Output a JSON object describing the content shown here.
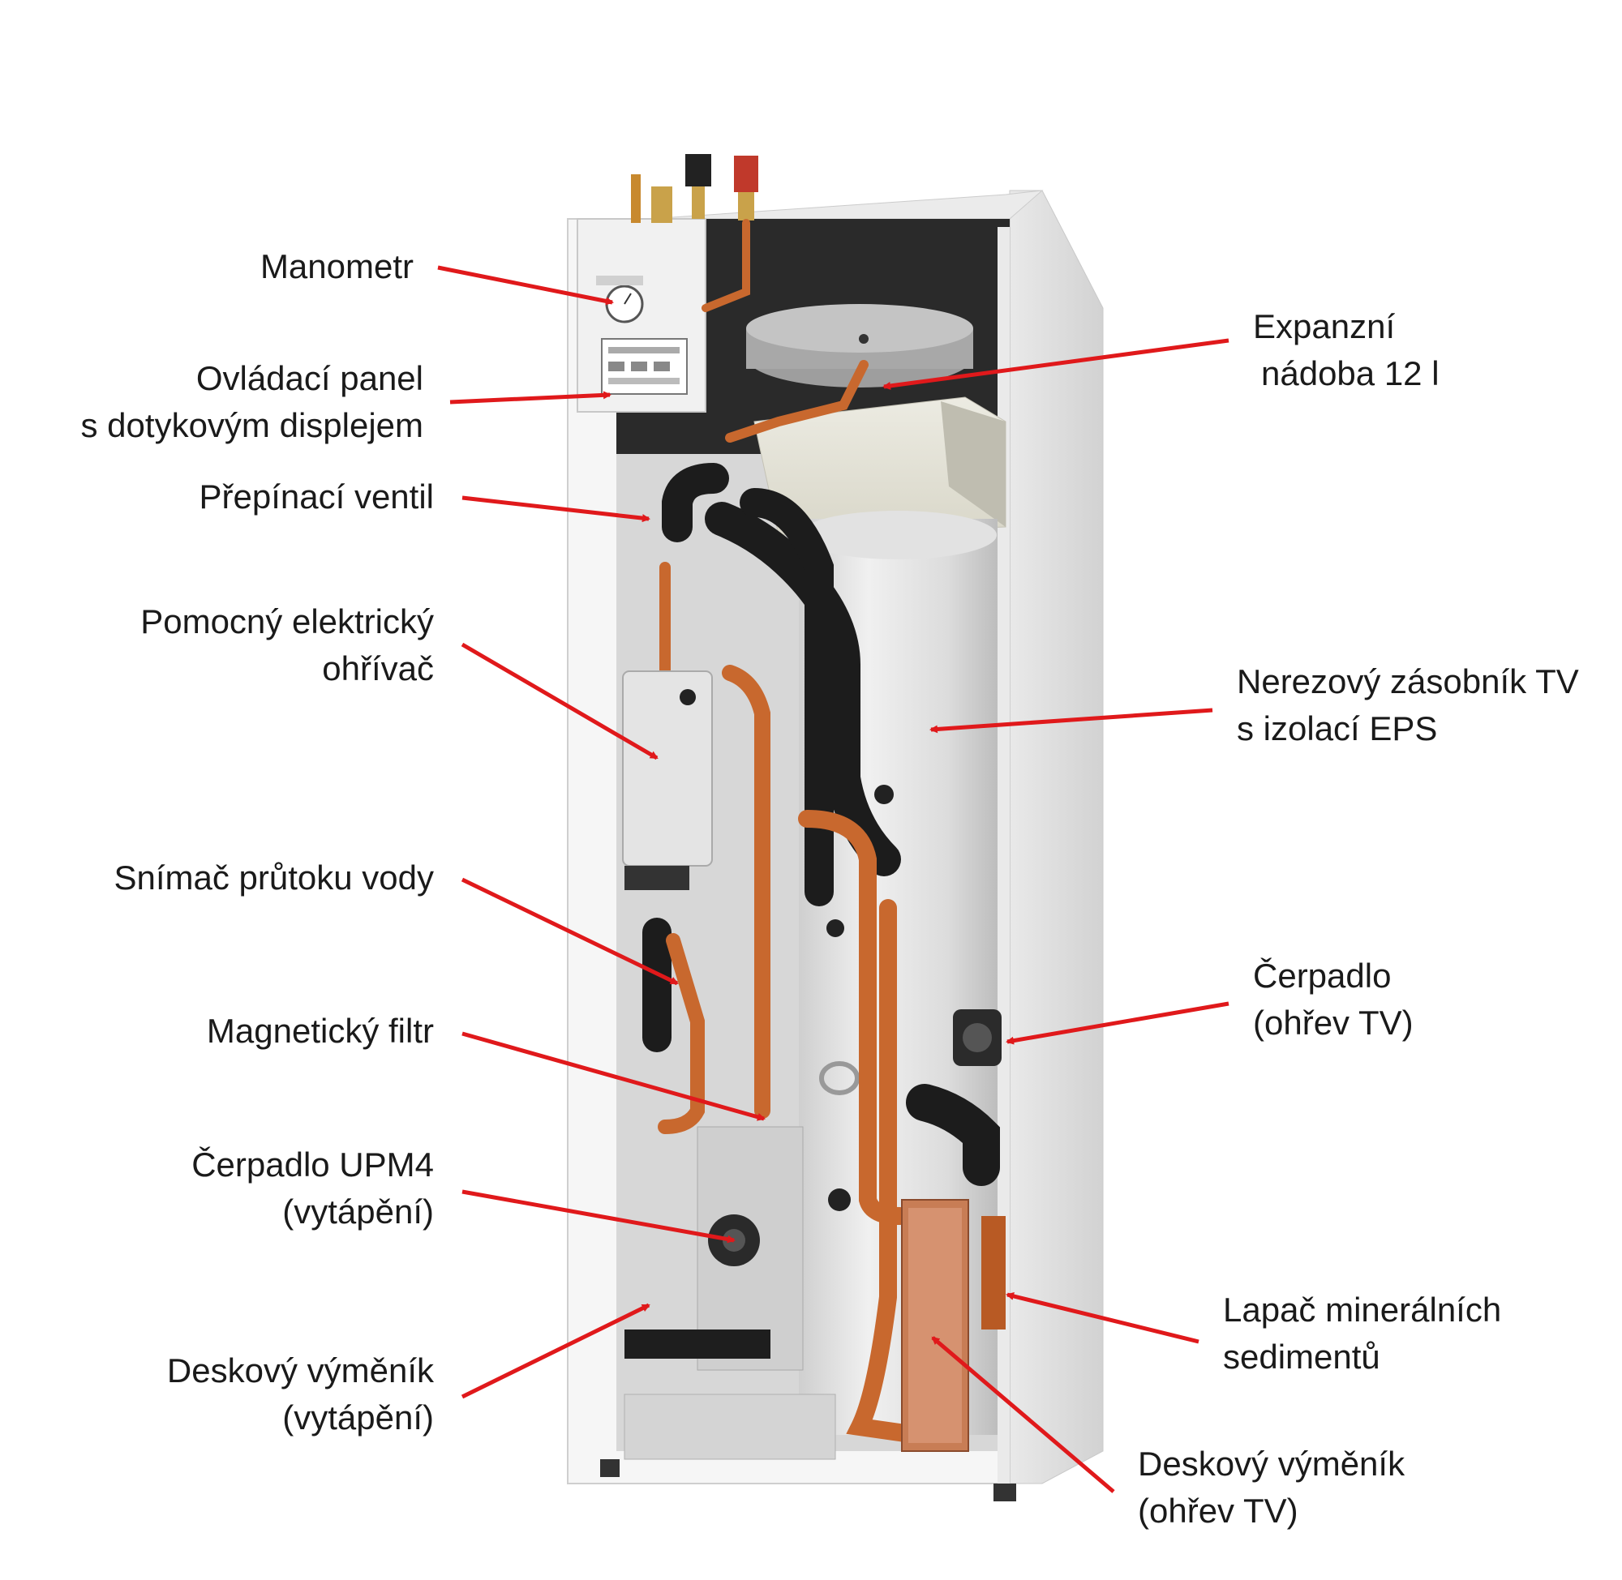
{
  "labels": {
    "manometr": [
      "Manometr"
    ],
    "ovladaci_panel": [
      "Ovládací panel",
      "s dotykovým displejem"
    ],
    "prepinaci_ventil": [
      "Přepínací ventil"
    ],
    "pomocny_ohrivac": [
      "Pomocný elektrický",
      "ohřívač"
    ],
    "snimac_prutoku": [
      "Snímač průtoku vody"
    ],
    "magneticky_filtr": [
      "Magnetický filtr"
    ],
    "cerpadlo_upm4": [
      "Čerpadlo UPM4",
      "(vytápění)"
    ],
    "deskovy_vymenik_vytapeni": [
      "Deskový výměník",
      "(vytápění)"
    ],
    "expanzni_nadoba": [
      "Expanzní",
      "nádoba 12 l"
    ],
    "nerezovy_zasobnik": [
      "Nerezový zásobník TV",
      "s izolací EPS"
    ],
    "cerpadlo_ohrev": [
      "Čerpadlo",
      "(ohřev TV)"
    ],
    "lapac": [
      "Lapač minerálních",
      "sedimentů"
    ],
    "deskovy_vymenik_ohrev": [
      "Deskový výměník",
      "(ohřev TV)"
    ]
  },
  "colors": {
    "arrow": "#e0191b",
    "cabinet": "#f4f4f4",
    "copper": "#c8682e",
    "insulation": "#1c1c1c",
    "tank": "#e6e6e6"
  }
}
